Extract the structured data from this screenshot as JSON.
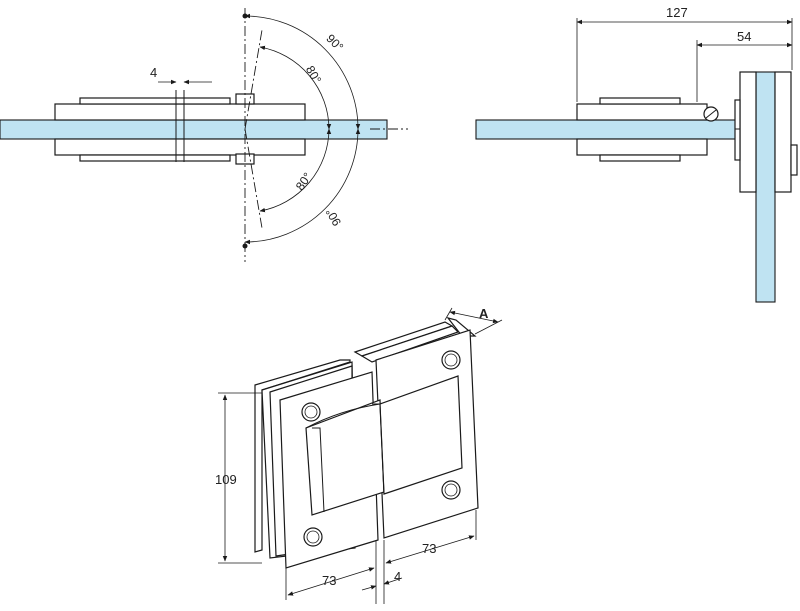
{
  "dimensions": {
    "gap_top": "4",
    "overall_length": "127",
    "offset": "54",
    "height": "109",
    "leaf_left": "73",
    "leaf_right": "73",
    "gap_bottom": "4",
    "thickness_label": "A"
  },
  "angles": {
    "outer_top": "90°",
    "inner_top": "80°",
    "inner_bottom": "80°",
    "outer_bottom": "90°"
  },
  "colors": {
    "glass": "#bfe3f2",
    "line": "#1a1a1a"
  }
}
